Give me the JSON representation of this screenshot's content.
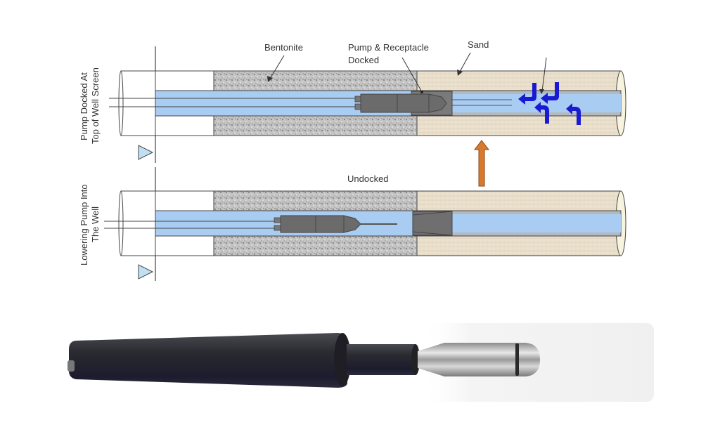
{
  "diagram": {
    "top_panel": {
      "side_label_line1": "Pump Docked At",
      "side_label_line2": "Top of Well Screen",
      "labels": {
        "bentonite": "Bentonite",
        "pump_receptacle_line1": "Pump & Receptacle",
        "pump_receptacle_line2": "Docked",
        "sand": "Sand"
      },
      "state": "docked"
    },
    "bottom_panel": {
      "side_label_line1": "Lowering Pump Into",
      "side_label_line2": "The Well",
      "labels": {
        "undocked": "Undocked"
      },
      "state": "undocked"
    },
    "transition_arrow": {
      "direction": "up",
      "color": "#d9792e"
    },
    "colors": {
      "water": "#a9cdf2",
      "water_dark": "#7fb2e6",
      "bentonite": "#b9b9b9",
      "sand": "#e9dfcc",
      "pump_body": "#6b6b6b",
      "flow_arrows": "#1a1ad1",
      "outline": "#444444"
    }
  },
  "photo": {
    "description": "pump and receptacle product photo",
    "parts": [
      "black pump body",
      "black tube",
      "stainless steel receptacle tip",
      "white housing"
    ]
  }
}
